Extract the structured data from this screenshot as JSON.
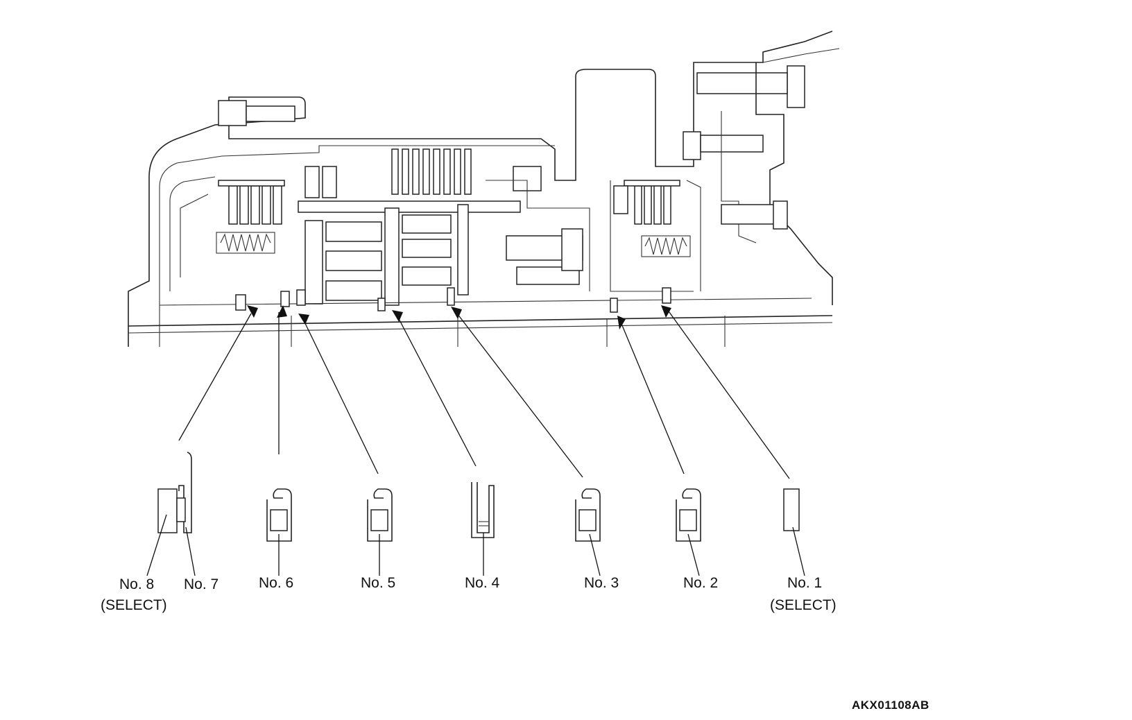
{
  "labels": {
    "no8": "No. 8",
    "no8_note": "(SELECT)",
    "no7": "No. 7",
    "no6": "No. 6",
    "no5": "No. 5",
    "no4": "No. 4",
    "no3": "No. 3",
    "no2": "No. 2",
    "no1": "No. 1",
    "no1_note": "(SELECT)"
  },
  "figure_code": "AKX01108AB"
}
